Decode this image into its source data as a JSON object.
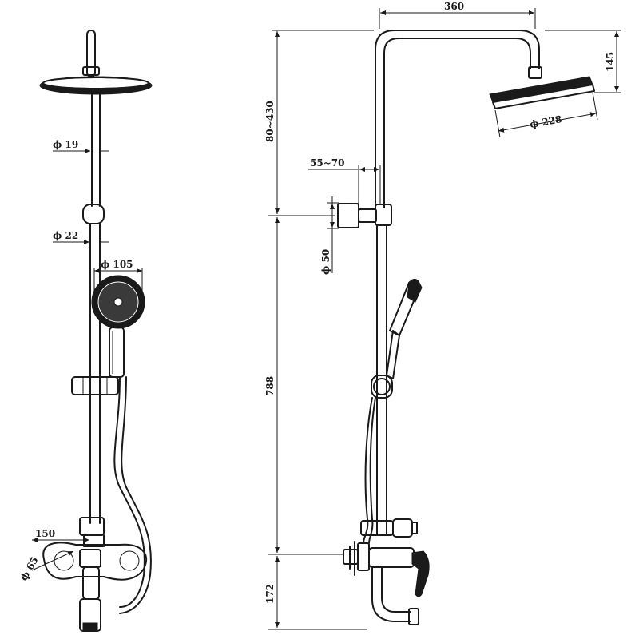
{
  "front_view": {
    "labels": {
      "pipe_diameter": "ϕ 19",
      "bar_diameter": "ϕ 22",
      "hand_shower_diameter": "ϕ 105",
      "spout_length": "150",
      "mixer_diameter": "ϕ 65"
    }
  },
  "side_view": {
    "labels": {
      "arm_length": "360",
      "head_height": "145",
      "head_diameter": "ϕ 228",
      "adjustable_height": "80~430",
      "wall_offset": "55~70",
      "bracket_diameter": "ϕ 50",
      "bar_length": "788",
      "mixer_height": "172"
    }
  },
  "colors": {
    "line": "#1a1a1a",
    "background": "#ffffff"
  }
}
